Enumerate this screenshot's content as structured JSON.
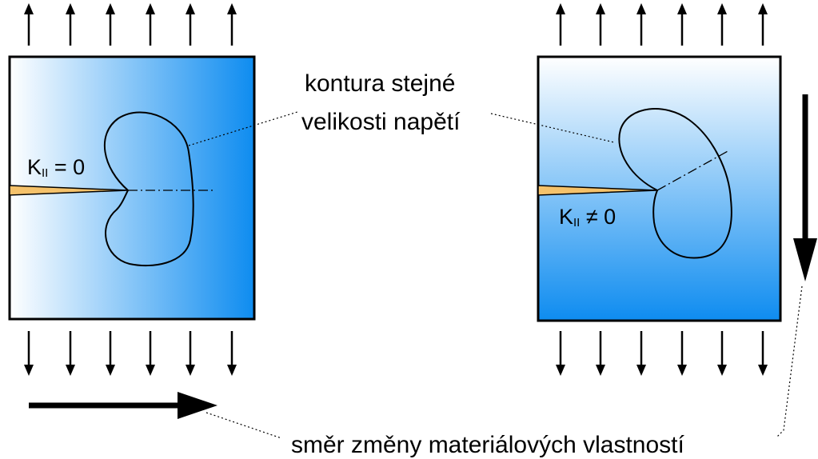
{
  "contour_label": {
    "line1": "kontura stejné",
    "line2": "velikosti napětí"
  },
  "direction_label": "směr změny materiálových vlastností",
  "left_panel": {
    "k_symbol": "K",
    "k_subscript": "II",
    "k_relation": " = 0",
    "gradient": "horizontal",
    "gradient_colors": [
      "#ffffff",
      "#0e8cf0"
    ]
  },
  "right_panel": {
    "k_symbol": "K",
    "k_subscript": "II",
    "k_relation": " ≠ 0",
    "gradient": "vertical",
    "gradient_colors": [
      "#ffffff",
      "#0e8cf0"
    ]
  },
  "colors": {
    "crack": "#f5c26b",
    "arrows": "#000000",
    "outline": "#000000"
  }
}
